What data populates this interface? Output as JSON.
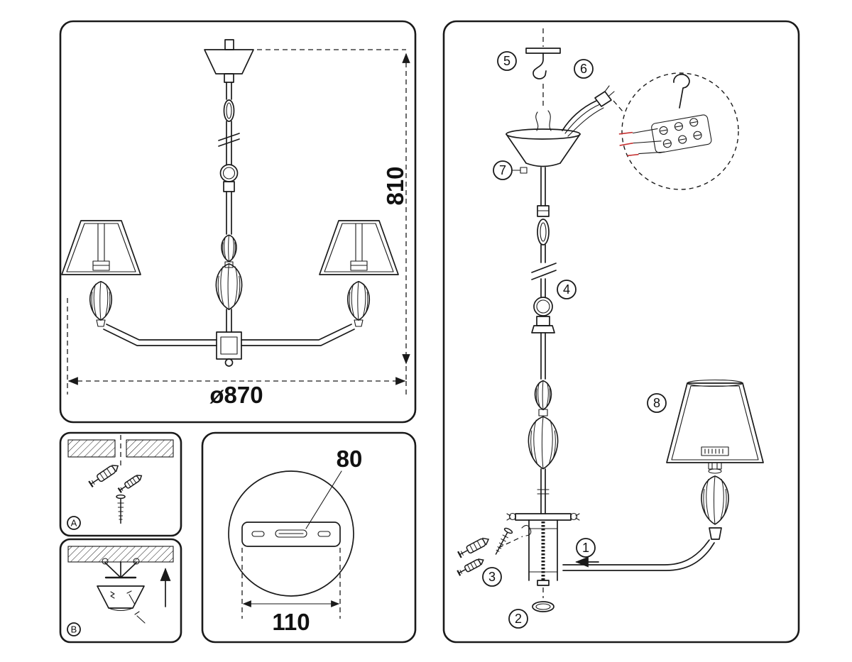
{
  "sheet": {
    "line_color": "#1a1a1a",
    "accent_red": "#c53030",
    "background": "#ffffff"
  },
  "overview_panel": {
    "height_dim": "810",
    "diameter_dim": "ø870"
  },
  "mounting_panels": {
    "step_a_label": "A",
    "step_b_label": "B"
  },
  "detail_panel": {
    "slot_dim": "80",
    "plate_dim": "110"
  },
  "callouts": {
    "c1": "1",
    "c2": "2",
    "c3": "3",
    "c4": "4",
    "c5": "5",
    "c6": "6",
    "c7": "7",
    "c8": "8"
  }
}
